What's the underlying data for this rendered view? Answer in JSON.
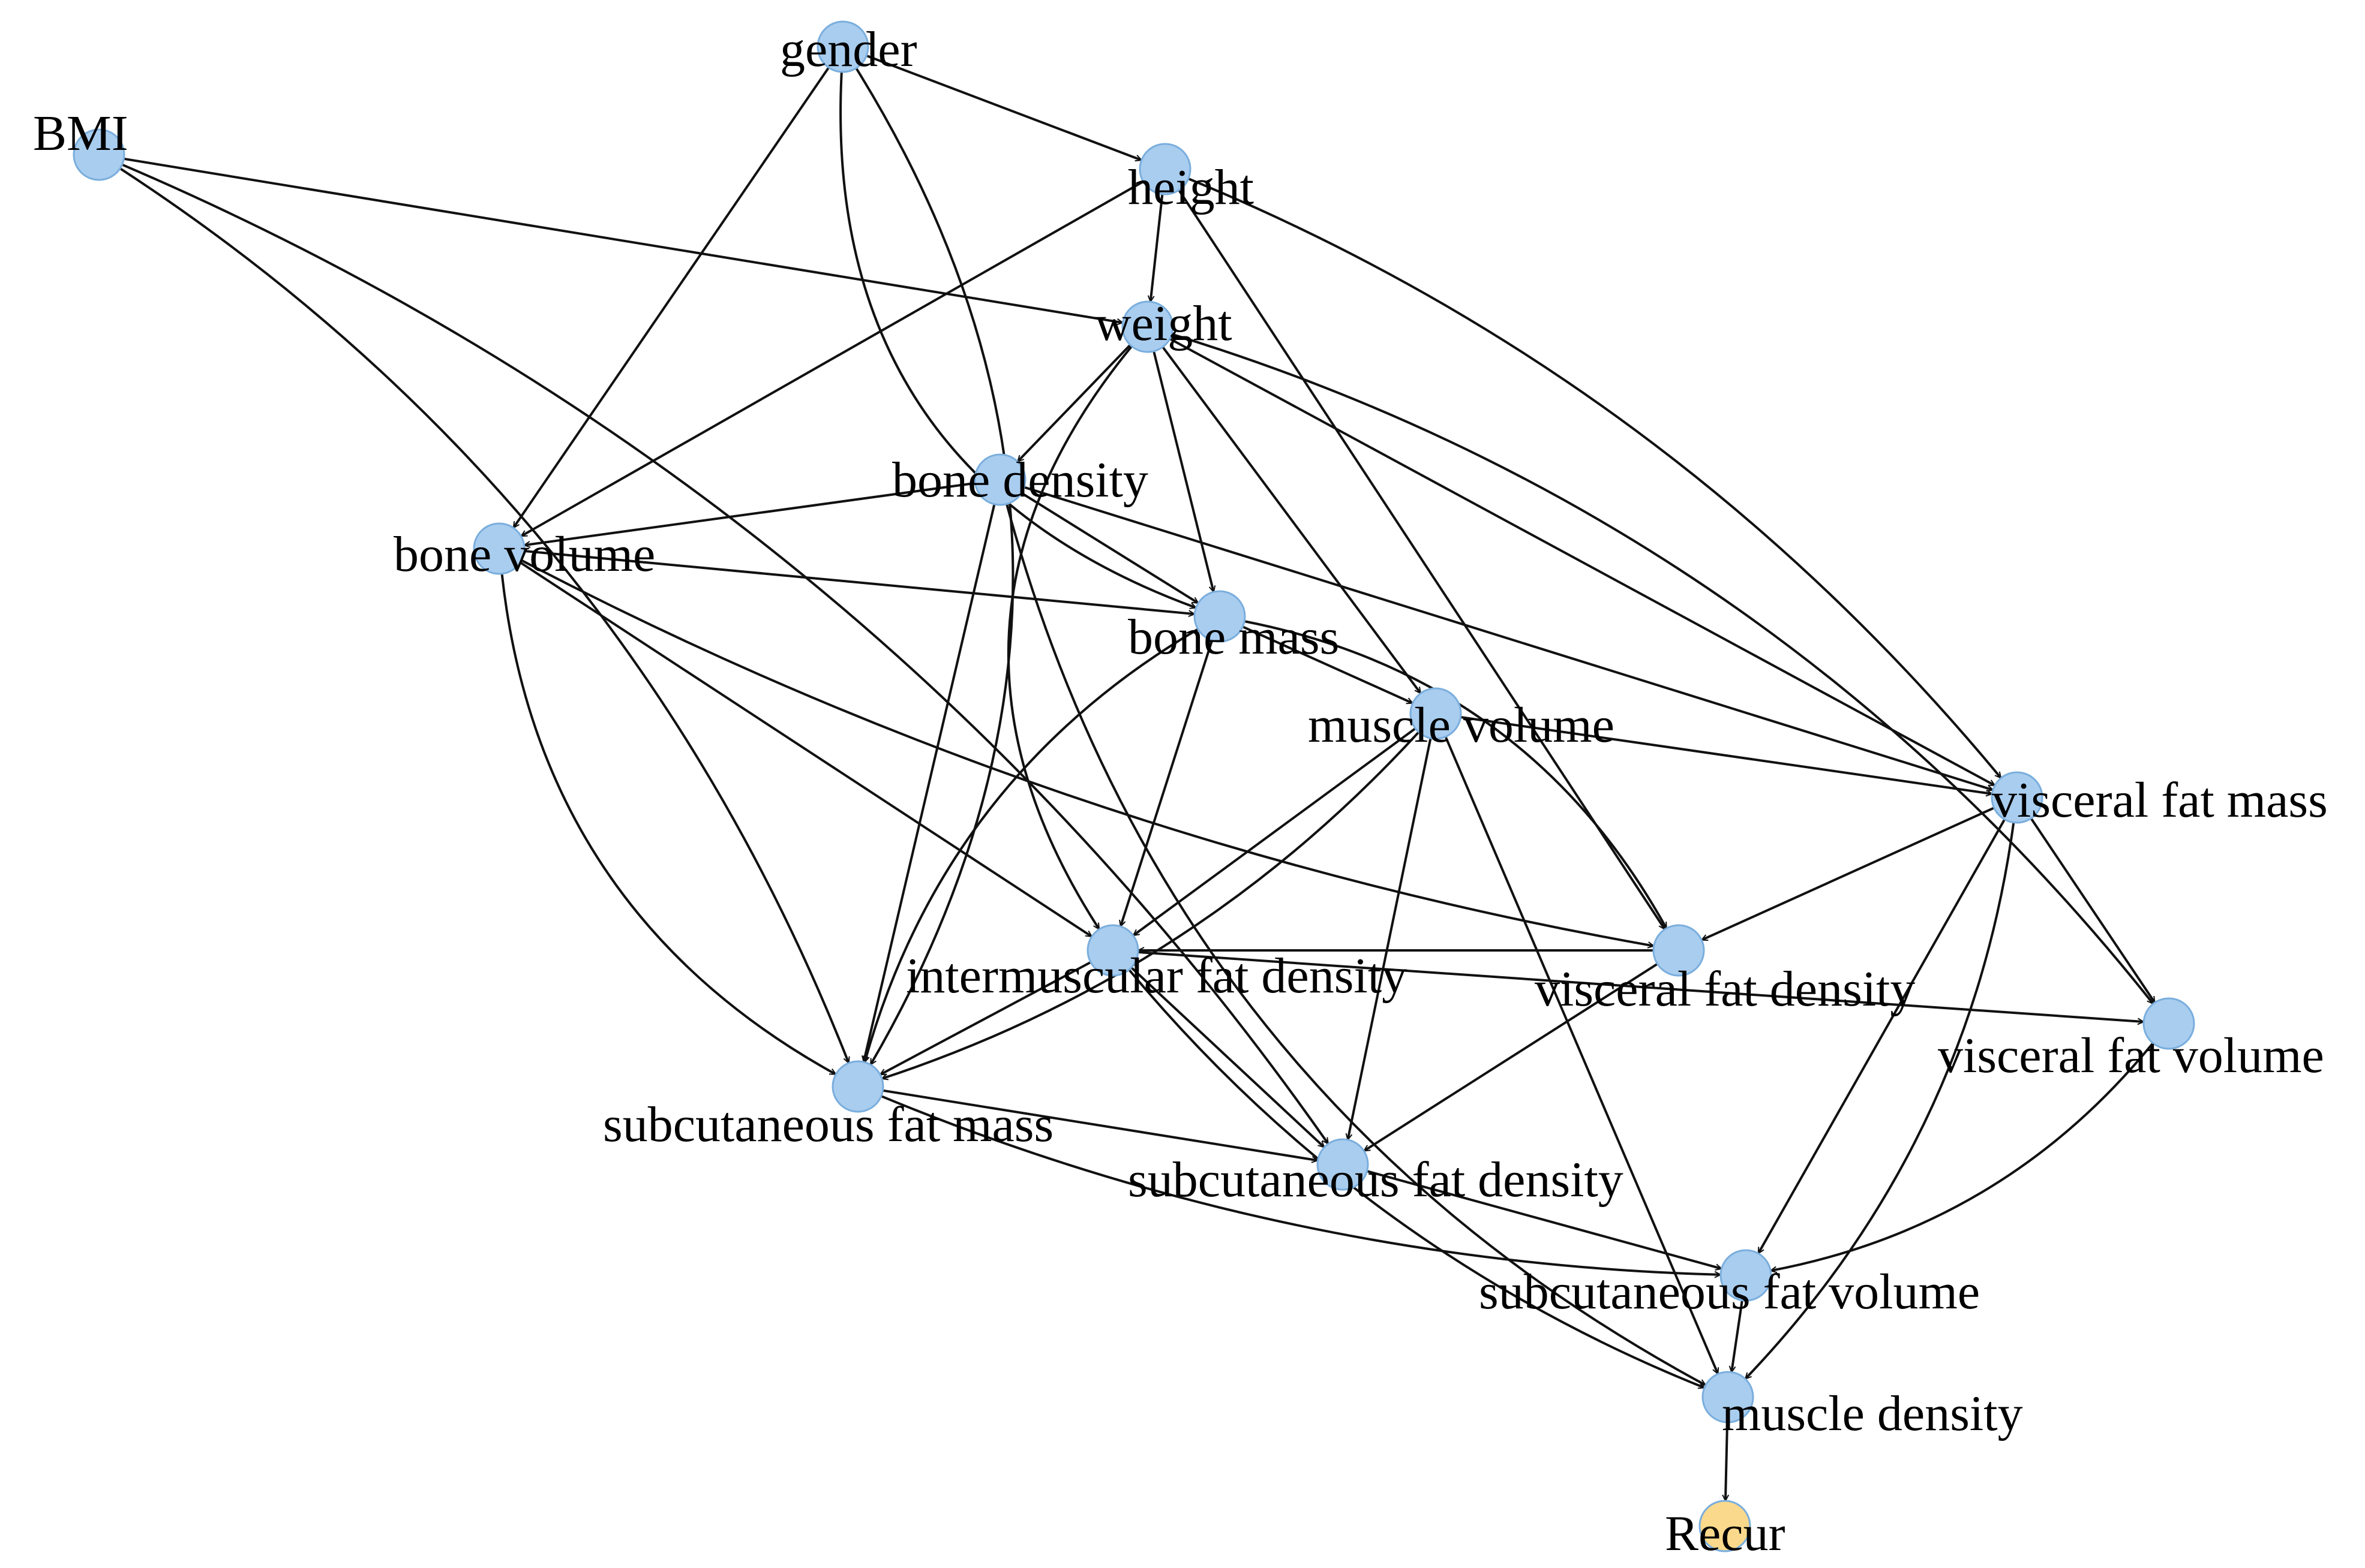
{
  "colors": {
    "node_fill": "#a9cdef",
    "node_stroke": "#7aaedd",
    "outcome_fill": "#fad98c",
    "outcome_stroke": "#f0c060",
    "edge": "#111111",
    "background": "#ffffff"
  },
  "nodes": [
    {
      "id": "gender",
      "label": "gender"
    },
    {
      "id": "bmi",
      "label": "BMI"
    },
    {
      "id": "height",
      "label": "height"
    },
    {
      "id": "weight",
      "label": "weight"
    },
    {
      "id": "bone-density",
      "label": "bone density"
    },
    {
      "id": "bone-volume",
      "label": "bone volume"
    },
    {
      "id": "bone-mass",
      "label": "bone mass"
    },
    {
      "id": "muscle-volume",
      "label": "muscle volume"
    },
    {
      "id": "visceral-fat-mass",
      "label": "visceral fat mass"
    },
    {
      "id": "intermuscular-fat-density",
      "label": "intermuscular fat density"
    },
    {
      "id": "visceral-fat-density",
      "label": "visceral fat density"
    },
    {
      "id": "visceral-fat-volume",
      "label": "visceral fat volume"
    },
    {
      "id": "subcutaneous-fat-mass",
      "label": "subcutaneous fat mass"
    },
    {
      "id": "subcutaneous-fat-density",
      "label": "subcutaneous fat density"
    },
    {
      "id": "subcutaneous-fat-volume",
      "label": "subcutaneous fat volume"
    },
    {
      "id": "muscle-density",
      "label": "muscle density"
    },
    {
      "id": "recur",
      "label": "Recur",
      "outcome": true
    }
  ],
  "edges": [
    {
      "from": "gender",
      "to": "height"
    },
    {
      "from": "gender",
      "to": "bone-volume"
    },
    {
      "from": "gender",
      "to": "bone-mass"
    },
    {
      "from": "gender",
      "to": "subcutaneous-fat-mass"
    },
    {
      "from": "bmi",
      "to": "weight"
    },
    {
      "from": "bmi",
      "to": "subcutaneous-fat-mass"
    },
    {
      "from": "bmi",
      "to": "subcutaneous-fat-density"
    },
    {
      "from": "height",
      "to": "weight"
    },
    {
      "from": "height",
      "to": "bone-volume"
    },
    {
      "from": "height",
      "to": "visceral-fat-mass"
    },
    {
      "from": "height",
      "to": "visceral-fat-density"
    },
    {
      "from": "weight",
      "to": "bone-density"
    },
    {
      "from": "weight",
      "to": "bone-mass"
    },
    {
      "from": "weight",
      "to": "muscle-volume"
    },
    {
      "from": "weight",
      "to": "visceral-fat-mass"
    },
    {
      "from": "weight",
      "to": "visceral-fat-volume"
    },
    {
      "from": "weight",
      "to": "intermuscular-fat-density"
    },
    {
      "from": "bone-density",
      "to": "bone-volume"
    },
    {
      "from": "bone-density",
      "to": "bone-mass"
    },
    {
      "from": "bone-density",
      "to": "visceral-fat-mass"
    },
    {
      "from": "bone-density",
      "to": "subcutaneous-fat-mass"
    },
    {
      "from": "bone-density",
      "to": "muscle-density"
    },
    {
      "from": "bone-volume",
      "to": "bone-mass"
    },
    {
      "from": "bone-volume",
      "to": "intermuscular-fat-density"
    },
    {
      "from": "bone-volume",
      "to": "visceral-fat-density"
    },
    {
      "from": "bone-volume",
      "to": "subcutaneous-fat-mass"
    },
    {
      "from": "bone-mass",
      "to": "muscle-volume"
    },
    {
      "from": "bone-mass",
      "to": "intermuscular-fat-density"
    },
    {
      "from": "bone-mass",
      "to": "subcutaneous-fat-mass"
    },
    {
      "from": "bone-mass",
      "to": "visceral-fat-density"
    },
    {
      "from": "muscle-volume",
      "to": "visceral-fat-mass"
    },
    {
      "from": "muscle-volume",
      "to": "intermuscular-fat-density"
    },
    {
      "from": "muscle-volume",
      "to": "subcutaneous-fat-mass"
    },
    {
      "from": "muscle-volume",
      "to": "subcutaneous-fat-density"
    },
    {
      "from": "muscle-volume",
      "to": "muscle-density"
    },
    {
      "from": "visceral-fat-mass",
      "to": "visceral-fat-density"
    },
    {
      "from": "visceral-fat-mass",
      "to": "visceral-fat-volume"
    },
    {
      "from": "visceral-fat-mass",
      "to": "subcutaneous-fat-volume"
    },
    {
      "from": "visceral-fat-mass",
      "to": "muscle-density"
    },
    {
      "from": "visceral-fat-density",
      "to": "intermuscular-fat-density"
    },
    {
      "from": "visceral-fat-density",
      "to": "subcutaneous-fat-density"
    },
    {
      "from": "intermuscular-fat-density",
      "to": "visceral-fat-volume"
    },
    {
      "from": "intermuscular-fat-density",
      "to": "subcutaneous-fat-mass"
    },
    {
      "from": "intermuscular-fat-density",
      "to": "subcutaneous-fat-density"
    },
    {
      "from": "intermuscular-fat-density",
      "to": "muscle-density"
    },
    {
      "from": "subcutaneous-fat-mass",
      "to": "subcutaneous-fat-density"
    },
    {
      "from": "subcutaneous-fat-mass",
      "to": "subcutaneous-fat-volume"
    },
    {
      "from": "subcutaneous-fat-density",
      "to": "subcutaneous-fat-volume"
    },
    {
      "from": "visceral-fat-volume",
      "to": "subcutaneous-fat-volume"
    },
    {
      "from": "subcutaneous-fat-volume",
      "to": "muscle-density"
    },
    {
      "from": "muscle-density",
      "to": "recur"
    }
  ]
}
